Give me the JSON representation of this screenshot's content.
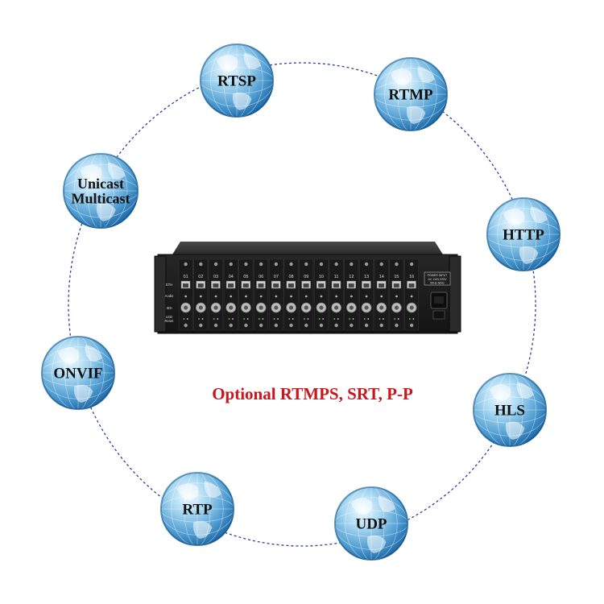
{
  "globes": [
    {
      "id": "rtsp",
      "lines": [
        "RTSP"
      ]
    },
    {
      "id": "rtmp",
      "lines": [
        "RTMP"
      ]
    },
    {
      "id": "http",
      "lines": [
        "HTTP"
      ]
    },
    {
      "id": "hls",
      "lines": [
        "HLS"
      ]
    },
    {
      "id": "udp",
      "lines": [
        "UDP"
      ]
    },
    {
      "id": "rtp",
      "lines": [
        "RTP"
      ]
    },
    {
      "id": "onvif",
      "lines": [
        "ONVIF"
      ]
    },
    {
      "id": "unicast-multicast",
      "lines": [
        "Unicast",
        "Multicast"
      ]
    }
  ],
  "caption": "Optional RTMPS, SRT, P-P",
  "device": {
    "slot_numbers": [
      "01",
      "02",
      "03",
      "04",
      "05",
      "06",
      "07",
      "08",
      "09",
      "10",
      "11",
      "12",
      "13",
      "14",
      "15",
      "16"
    ],
    "row_labels": [
      "ETH",
      "Audio",
      "SDI",
      "LED",
      "Reset"
    ],
    "power_label": [
      "POWER INPUT",
      "AC 110V-220V",
      "50Hz-60Hz"
    ]
  },
  "colors": {
    "ring": "#2b3f9e",
    "globe_light": "#eaf6fd",
    "globe_mid": "#7fc0e6",
    "globe_dark": "#1f6aa8",
    "caption": "#c8161d",
    "chassis": "#1c1c1c"
  }
}
